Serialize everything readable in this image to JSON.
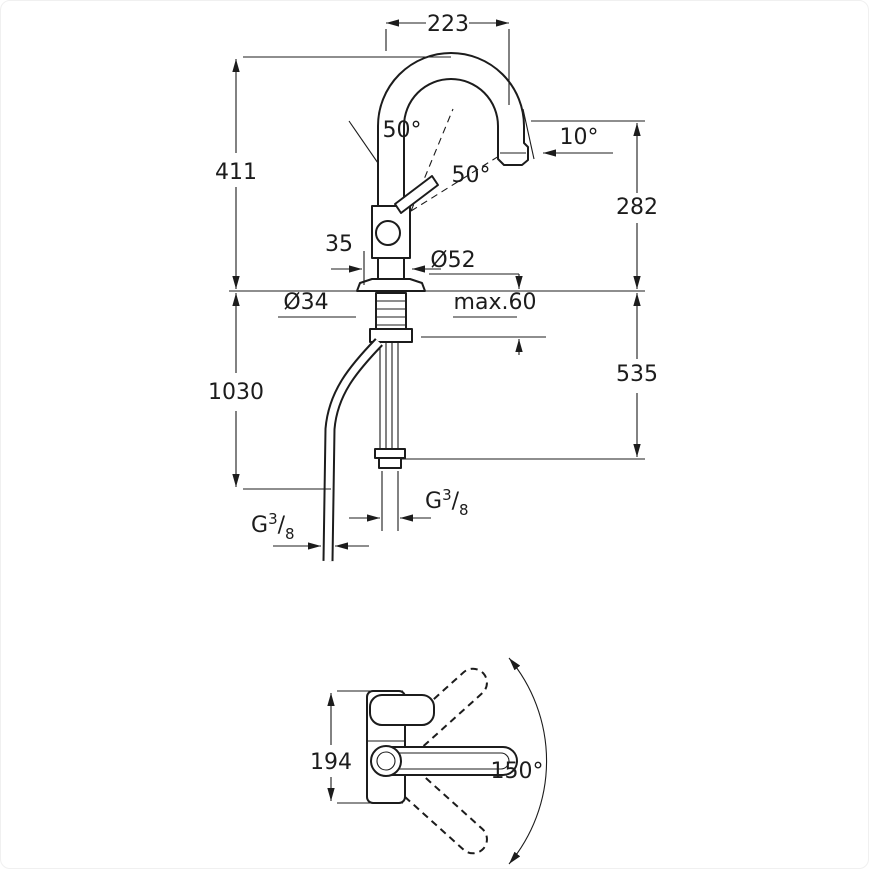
{
  "drawing": {
    "title": "faucet-technical-dimension-drawing",
    "colors": {
      "line": "#1c1c1c",
      "background": "#ffffff"
    },
    "front_view": {
      "dims": {
        "reach": "223",
        "height": "411",
        "outlet_height": "282",
        "below_counter": "535",
        "hose_length": "1030",
        "body_width": "35",
        "handle_angle_left": "50°",
        "handle_angle_right": "50°",
        "outlet_angle": "10°",
        "body_diameter": "Ø52",
        "hole_diameter": "Ø34",
        "counter_thickness": "max.60"
      },
      "threads": {
        "hose": {
          "prefix": "G",
          "numerator": "3",
          "slash": "/",
          "denominator": "8"
        },
        "supply": {
          "prefix": "G",
          "numerator": "3",
          "slash": "/",
          "denominator": "8"
        }
      }
    },
    "plan_view": {
      "dims": {
        "base_height": "194",
        "swivel_angle": "150°"
      }
    }
  }
}
